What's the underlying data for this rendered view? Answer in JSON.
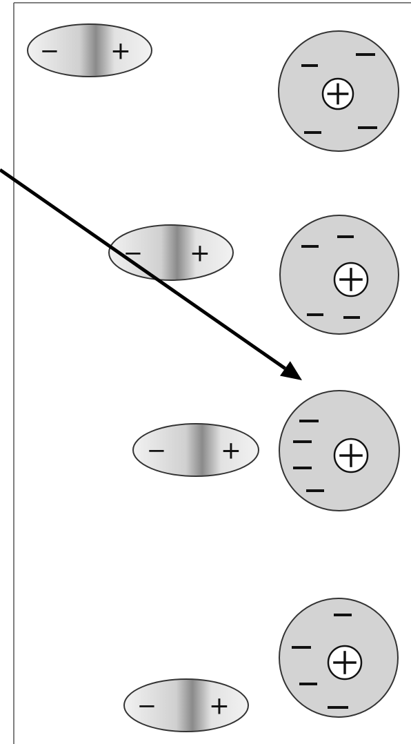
{
  "diagram": {
    "type": "dipole-induced-dipole-illustration",
    "panel_count": 4,
    "colors": {
      "background": "#ffffff",
      "frame": "#555555",
      "atom_fill": "#d3d3d3",
      "outline": "#333333",
      "nucleus_fill": "#ffffff",
      "arrow": "#000000",
      "dipole_gradient_light": "#f2f2f2",
      "dipole_gradient_dark": "#8a8a8a"
    },
    "dipole_symbols": {
      "negative": "−",
      "positive": "+"
    },
    "nucleus_symbol": "+",
    "electron_symbol": "−",
    "arrow_style": "thick-black-with-filled-head"
  }
}
